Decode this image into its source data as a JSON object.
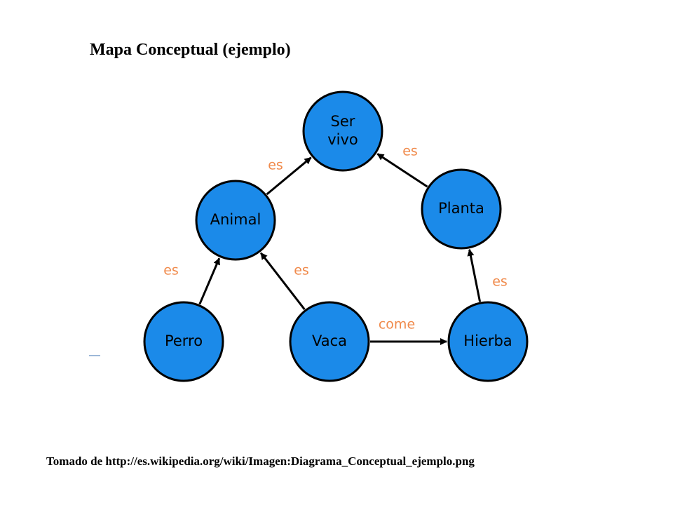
{
  "title": "Mapa Conceptual (ejemplo)",
  "caption": "Tomado de http://es.wikipedia.org/wiki/Imagen:Diagrama_Conceptual_ejemplo.png",
  "colors": {
    "node_fill": "#1b8ae9",
    "node_stroke": "#000000",
    "edge": "#000000",
    "edge_label": "#f08a4b"
  },
  "nodes": [
    {
      "id": "ser-vivo",
      "lines": [
        "Ser",
        "vivo"
      ]
    },
    {
      "id": "animal",
      "lines": [
        "Animal"
      ]
    },
    {
      "id": "planta",
      "lines": [
        "Planta"
      ]
    },
    {
      "id": "perro",
      "lines": [
        "Perro"
      ]
    },
    {
      "id": "vaca",
      "lines": [
        "Vaca"
      ]
    },
    {
      "id": "hierba",
      "lines": [
        "Hierba"
      ]
    }
  ],
  "edges": [
    {
      "from": "animal",
      "to": "ser-vivo",
      "label": "es"
    },
    {
      "from": "planta",
      "to": "ser-vivo",
      "label": "es"
    },
    {
      "from": "perro",
      "to": "animal",
      "label": "es"
    },
    {
      "from": "vaca",
      "to": "animal",
      "label": "es"
    },
    {
      "from": "hierba",
      "to": "planta",
      "label": "es"
    },
    {
      "from": "vaca",
      "to": "hierba",
      "label": "come"
    }
  ]
}
